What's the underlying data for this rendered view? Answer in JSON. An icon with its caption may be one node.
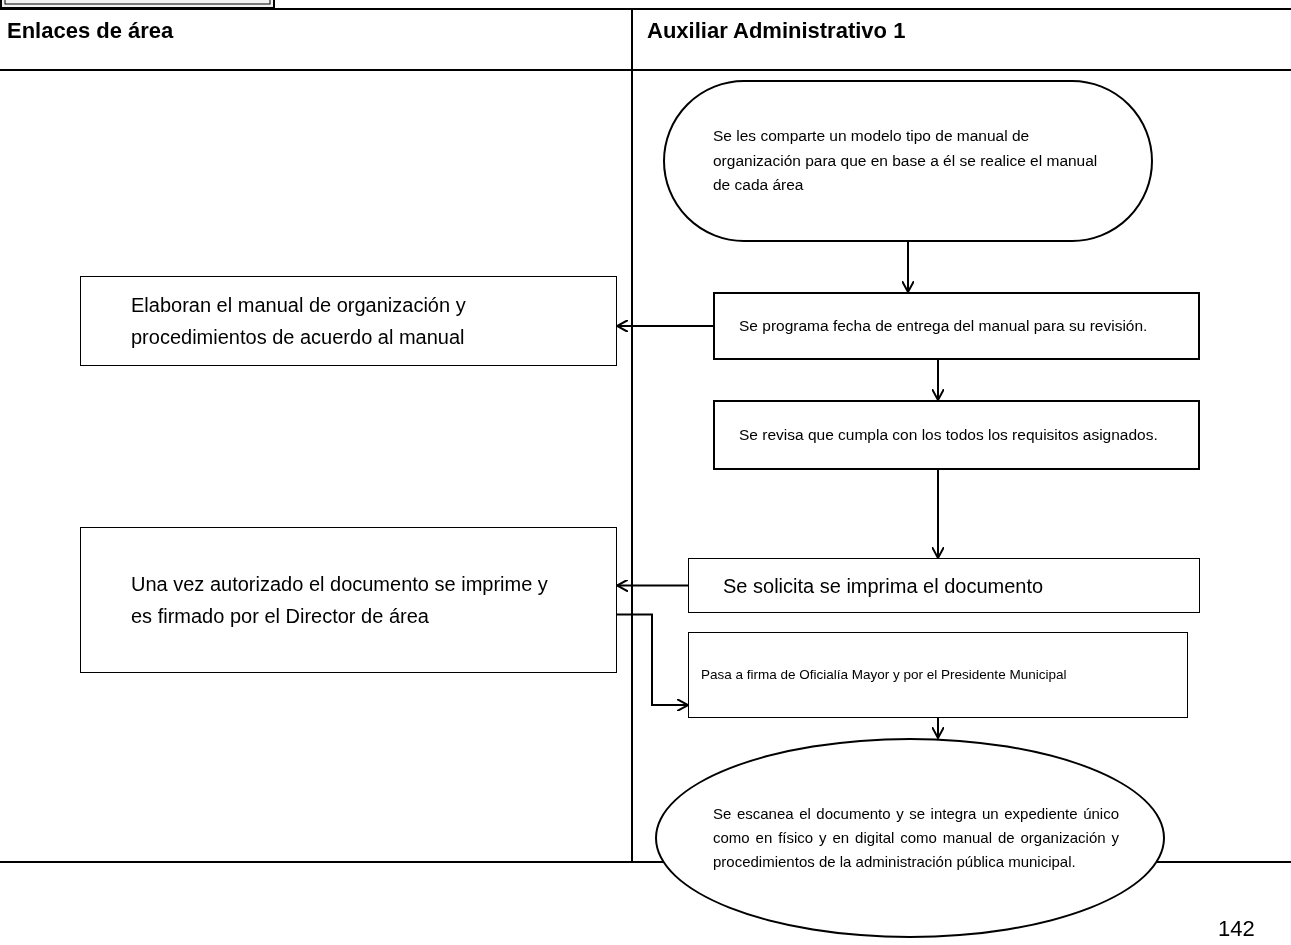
{
  "diagram": {
    "nodes": [
      {
        "text": [
          "Se les comparte un modelo tipo de manual de organización para que en base a él se realice el manual de cada área"
        ]
      },
      {
        "text": [
          "Se programa fecha de entrega del manual para su revisión."
        ]
      },
      {
        "text": [
          "Elaboran el manual de organización y procedimientos de acuerdo al manual"
        ]
      },
      {
        "text": [
          "Se revisa que cumpla con los todos los requisitos asignados."
        ]
      },
      {
        "text": [
          "Una vez autorizado el documento se imprime y es firmado por el Director de área"
        ]
      },
      {
        "text": [
          "Se solicita se imprima el documento"
        ]
      },
      {
        "text": [
          "Pasa a firma de Oficialía Mayor y por el Presidente Municipal"
        ]
      },
      {
        "text": [
          "Se escanea el documento y se integra un expediente único como en físico y en digital  como manual de organización y procedimientos de la administración pública municipal."
        ]
      }
    ],
    "edges": [
      {
        "from": 0,
        "to": 1,
        "arrow": "to"
      },
      {
        "from": 1,
        "to": 2,
        "arrow": "to"
      },
      {
        "from": 1,
        "to": 3,
        "arrow": "to"
      },
      {
        "from": 3,
        "to": 5,
        "arrow": "to"
      },
      {
        "from": 5,
        "to": 4,
        "arrow": "to"
      },
      {
        "from": 4,
        "to": 6,
        "arrow": "to"
      },
      {
        "from": 6,
        "to": 7,
        "arrow": "to"
      }
    ],
    "labels": [
      "Enlaces de área",
      "Auxiliar Administrativo 1",
      "142"
    ]
  }
}
